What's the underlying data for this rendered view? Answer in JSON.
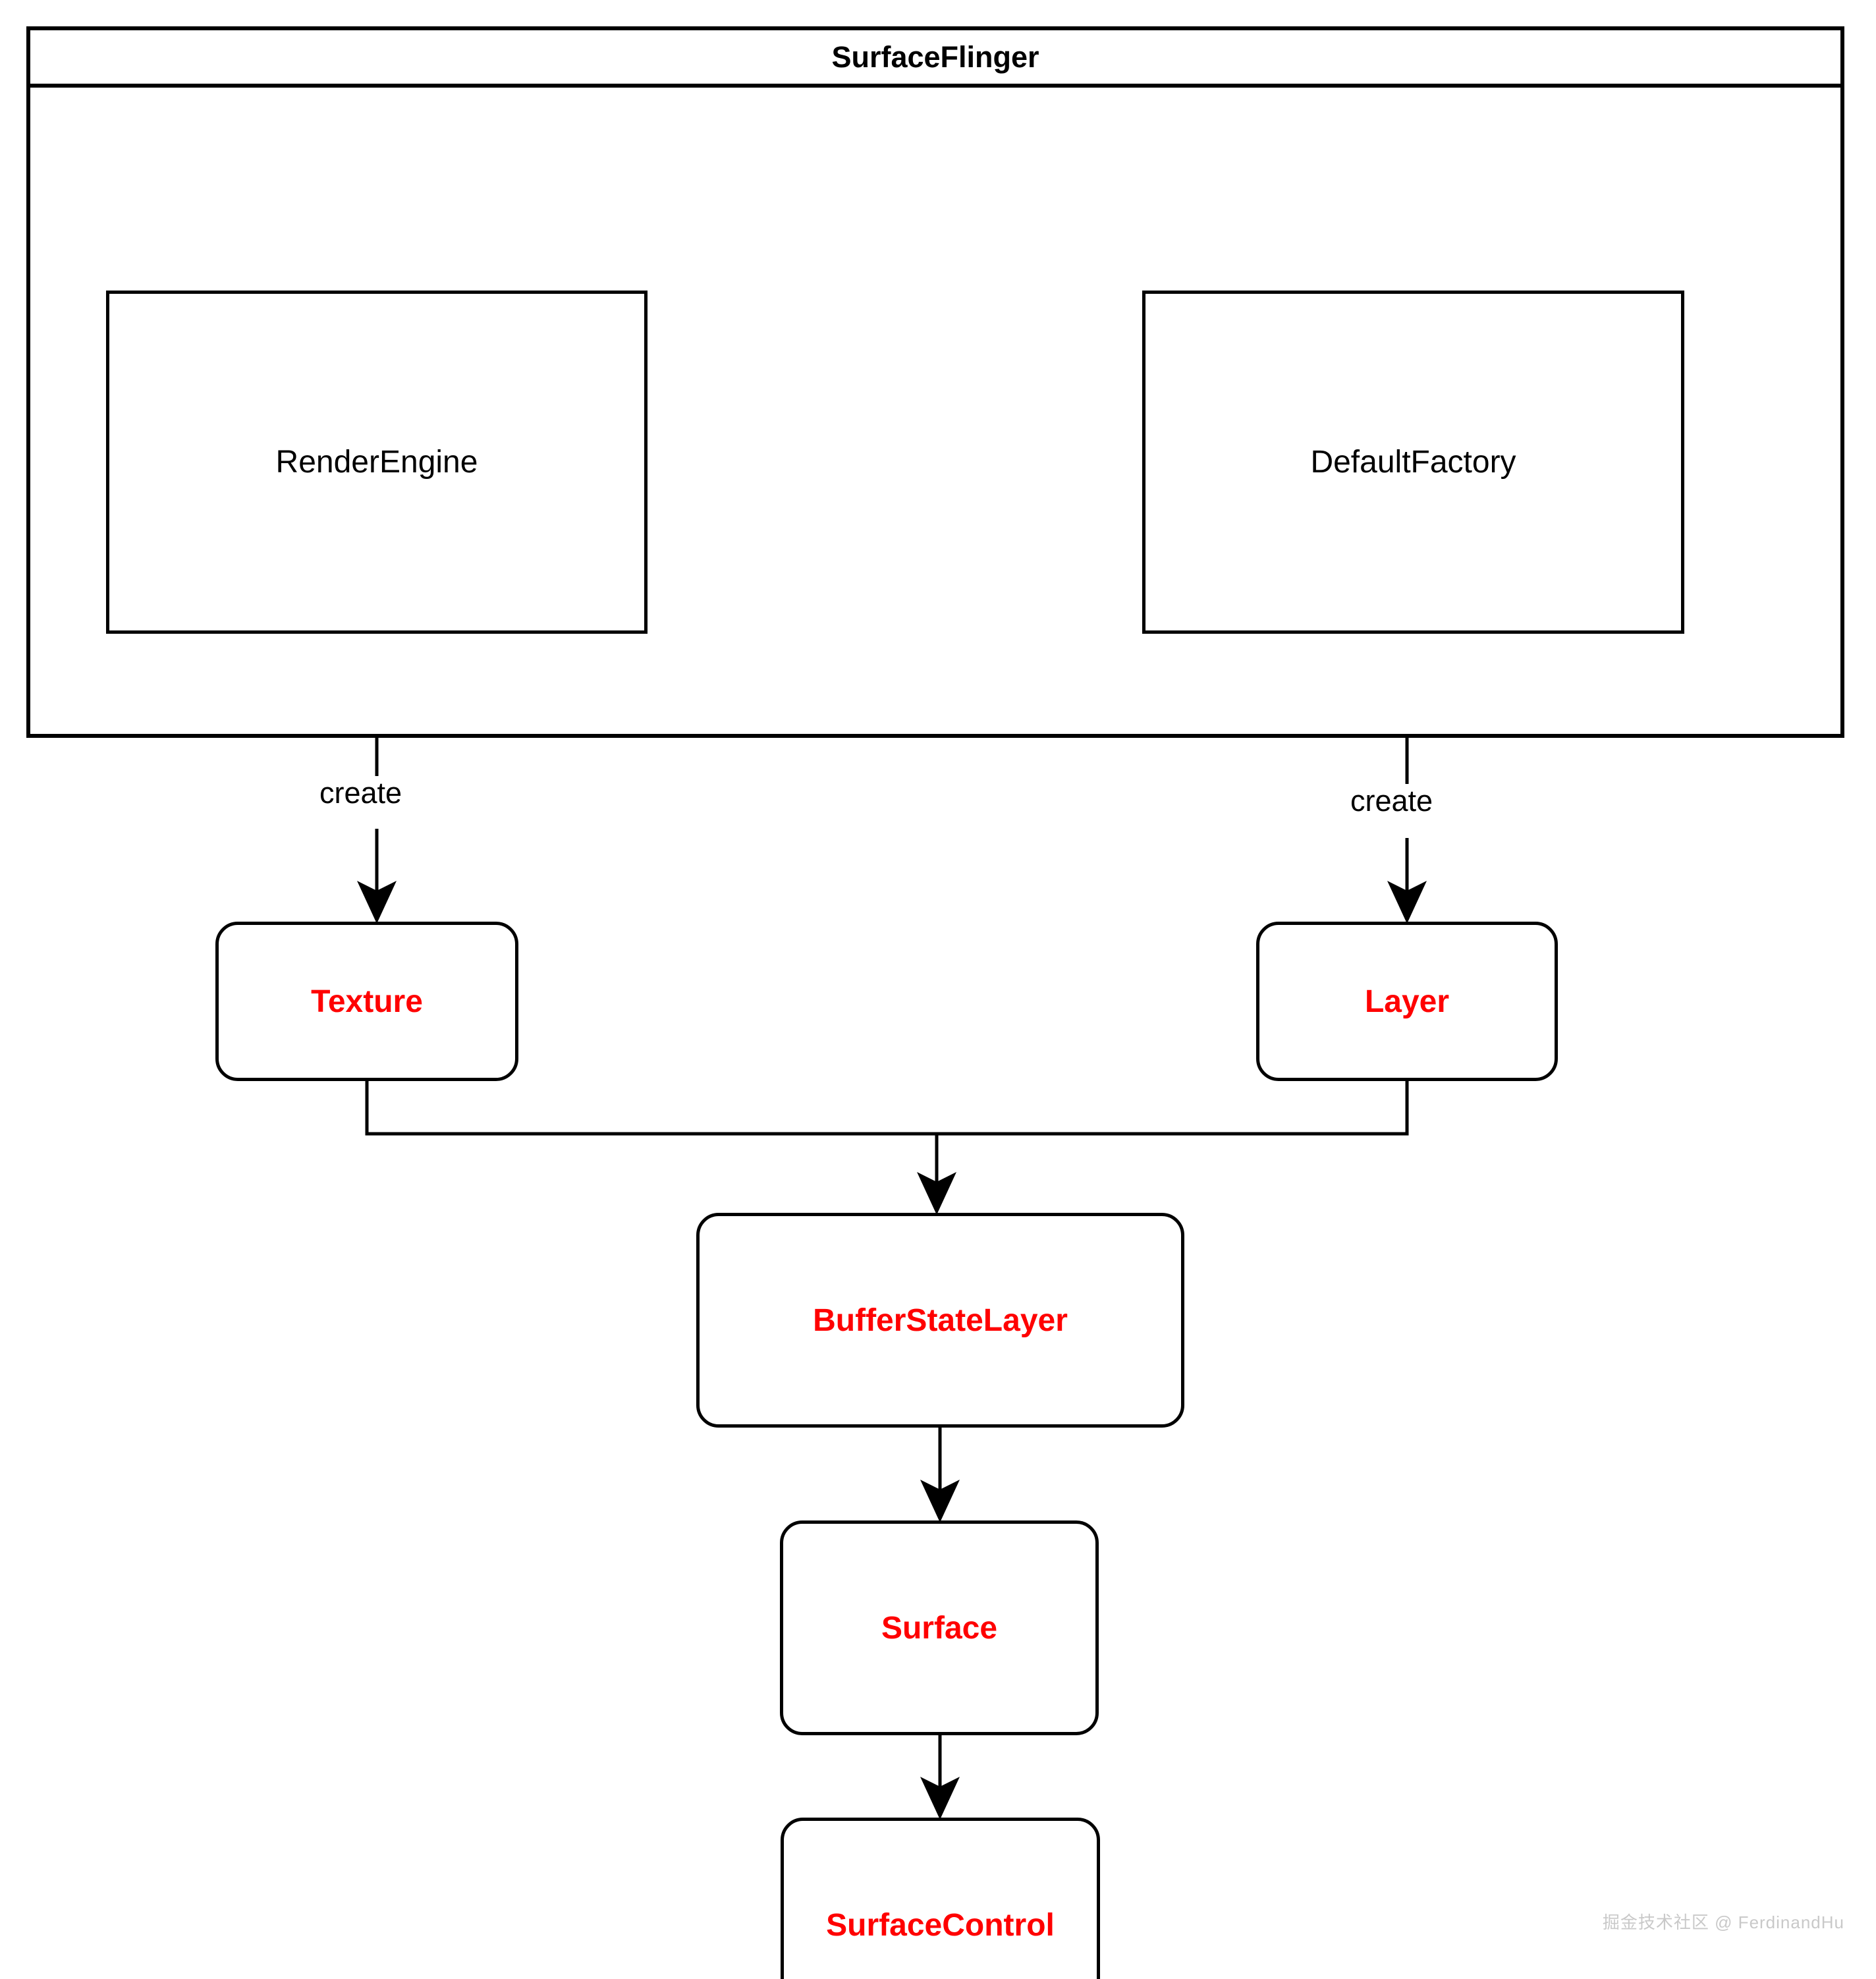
{
  "diagram": {
    "title": "SurfaceFlinger",
    "container": {
      "label": "SurfaceFlinger",
      "children": [
        {
          "id": "render-engine",
          "label": "RenderEngine",
          "shape": "rectangle",
          "color": "#000000"
        },
        {
          "id": "default-factory",
          "label": "DefaultFactory",
          "shape": "rectangle",
          "color": "#000000"
        }
      ]
    },
    "nodes": [
      {
        "id": "texture",
        "label": "Texture",
        "shape": "rounded-rectangle",
        "color": "#ff0000"
      },
      {
        "id": "layer",
        "label": "Layer",
        "shape": "rounded-rectangle",
        "color": "#ff0000"
      },
      {
        "id": "bufferstatelayer",
        "label": "BufferStateLayer",
        "shape": "rounded-rectangle",
        "color": "#ff0000"
      },
      {
        "id": "surface",
        "label": "Surface",
        "shape": "rounded-rectangle",
        "color": "#ff0000"
      },
      {
        "id": "surfacecontrol",
        "label": "SurfaceControl",
        "shape": "rounded-rectangle",
        "color": "#ff0000"
      }
    ],
    "edges": [
      {
        "from": "render-engine",
        "to": "texture",
        "label": "create"
      },
      {
        "from": "default-factory",
        "to": "layer",
        "label": "create"
      },
      {
        "from": "texture",
        "to": "bufferstatelayer",
        "label": ""
      },
      {
        "from": "layer",
        "to": "bufferstatelayer",
        "label": ""
      },
      {
        "from": "bufferstatelayer",
        "to": "surface",
        "label": ""
      },
      {
        "from": "surface",
        "to": "surfacecontrol",
        "label": ""
      }
    ],
    "edge_labels": {
      "create_left": "create",
      "create_right": "create"
    },
    "colors": {
      "stroke": "#000000",
      "background": "#ffffff",
      "node_accent": "#ff0000",
      "watermark": "#c9c9c9"
    }
  },
  "watermark": {
    "text": "掘金技术社区 @ FerdinandHu"
  }
}
